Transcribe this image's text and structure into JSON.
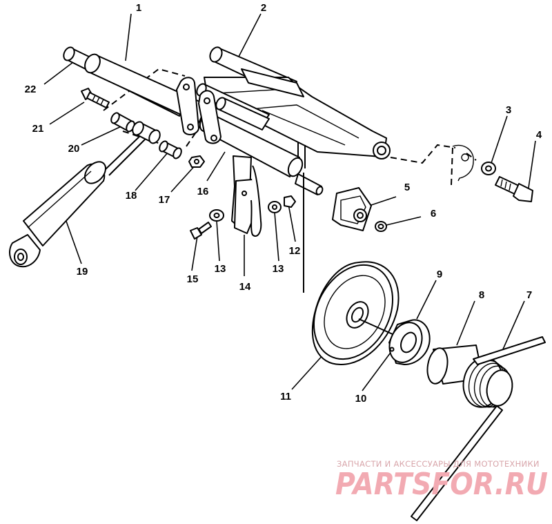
{
  "diagram": {
    "labels": [
      {
        "id": "1",
        "text": "1"
      },
      {
        "id": "2",
        "text": "2"
      },
      {
        "id": "3",
        "text": "3"
      },
      {
        "id": "4",
        "text": "4"
      },
      {
        "id": "5",
        "text": "5"
      },
      {
        "id": "6",
        "text": "6"
      },
      {
        "id": "7",
        "text": "7"
      },
      {
        "id": "8",
        "text": "8"
      },
      {
        "id": "9",
        "text": "9"
      },
      {
        "id": "10",
        "text": "10"
      },
      {
        "id": "11",
        "text": "11"
      },
      {
        "id": "12",
        "text": "12"
      },
      {
        "id": "13a",
        "text": "13"
      },
      {
        "id": "13b",
        "text": "13"
      },
      {
        "id": "14",
        "text": "14"
      },
      {
        "id": "15",
        "text": "15"
      },
      {
        "id": "16",
        "text": "16"
      },
      {
        "id": "17",
        "text": "17"
      },
      {
        "id": "18",
        "text": "18"
      },
      {
        "id": "19",
        "text": "19"
      },
      {
        "id": "20",
        "text": "20"
      },
      {
        "id": "21",
        "text": "21"
      },
      {
        "id": "22",
        "text": "22"
      }
    ]
  },
  "watermark": {
    "tagline": "ЗАПЧАСТИ И АКСЕССУАРЫ ДЛЯ МОТОТЕХНИКИ",
    "brand": "PARTSFOR.RU",
    "color": "#f2aab2"
  }
}
